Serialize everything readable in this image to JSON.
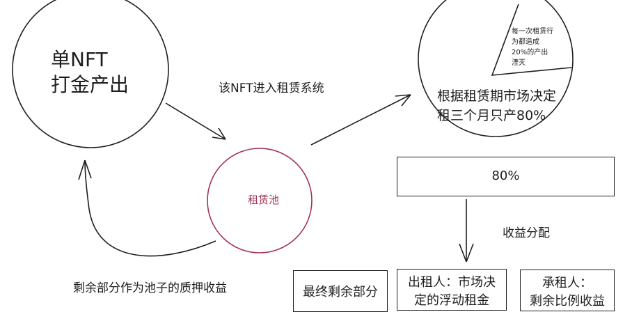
{
  "source_node": {
    "line1": "单NFT",
    "line2": "打金产出"
  },
  "edge_to_pool_label": "该NFT进入租赁系统",
  "pool_node": {
    "label": "租赁池",
    "color": "#a3324f"
  },
  "pie_node": {
    "slice_label": "每一次租赁行为都造成20%的产出湮灭",
    "main_line1": "根据租赁期市场决定",
    "main_line2": "租三个月只产80%"
  },
  "percent_bar": {
    "label": "80%"
  },
  "distribution_label": "收益分配",
  "return_edge_label": "剩余部分作为池子的质押收益",
  "bottom_boxes": [
    {
      "line1": "最终剩余部分",
      "line2": ""
    },
    {
      "line1": "出租人：市场决",
      "line2": "定的浮动租金"
    },
    {
      "line1": "承租人：",
      "line2": "剩余比例收益"
    }
  ]
}
